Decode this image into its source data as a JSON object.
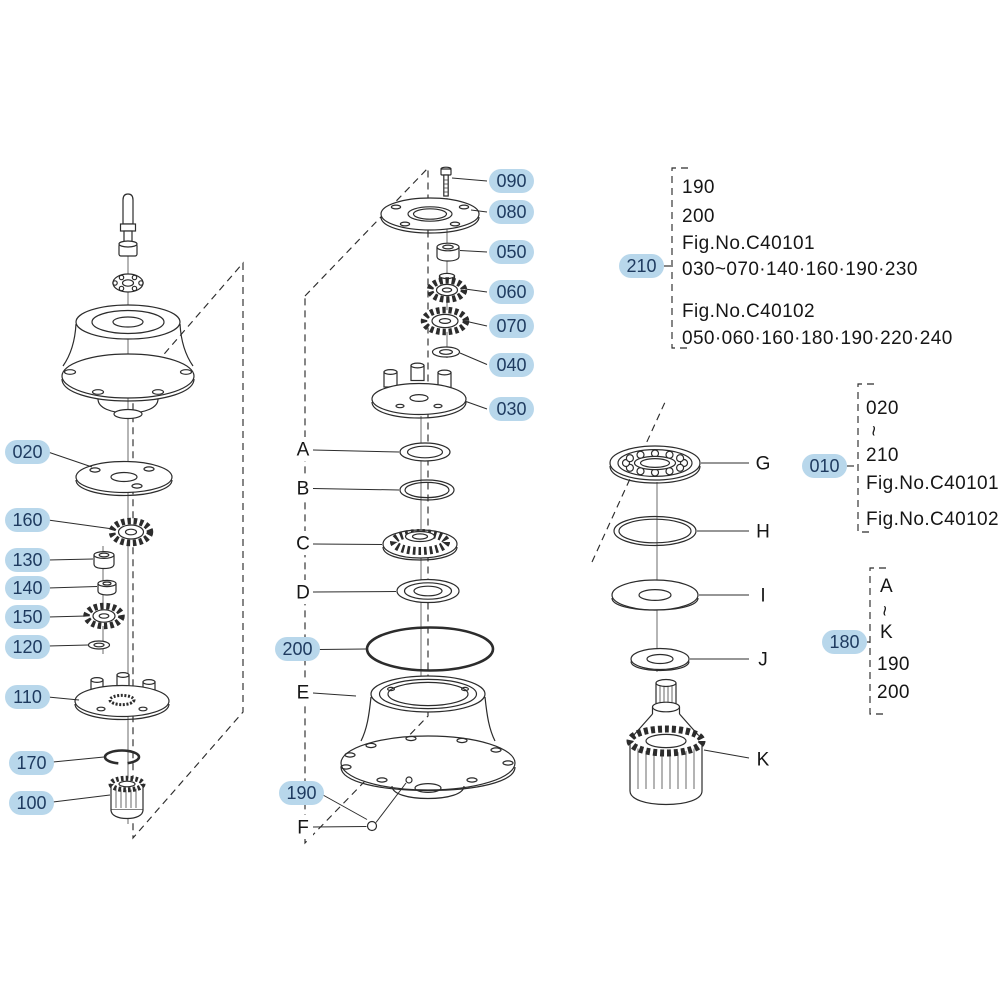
{
  "page": {
    "background": "#ffffff"
  },
  "colors": {
    "callout_bg": "#b8d7eb",
    "callout_text": "#1e3a5f",
    "line": "#2c2c2c"
  },
  "callouts": {
    "c090": "090",
    "c080": "080",
    "c050": "050",
    "c060": "060",
    "c070": "070",
    "c040": "040",
    "c030": "030",
    "c020": "020",
    "c160": "160",
    "c130": "130",
    "c140": "140",
    "c150": "150",
    "c120": "120",
    "c110": "110",
    "c170": "170",
    "c100": "100",
    "c200": "200",
    "c190": "190",
    "c210": "210",
    "c010": "010",
    "c180": "180"
  },
  "letters": {
    "a": "A",
    "b": "B",
    "c": "C",
    "d": "D",
    "e": "E",
    "f": "F",
    "g": "G",
    "h": "H",
    "i": "I",
    "j": "J",
    "k": "K"
  },
  "ref_blocks": {
    "b210": {
      "callout": "210",
      "lines": [
        "190",
        "200",
        "Fig.No.C40101",
        "030~070·140·160·190·230",
        "Fig.No.C40102",
        "050·060·160·180·190·220·240"
      ]
    },
    "b010": {
      "callout": "010",
      "lines": [
        "020",
        "~",
        "210",
        "Fig.No.C40101",
        "Fig.No.C40102"
      ]
    },
    "b180": {
      "callout": "180",
      "lines": [
        "A",
        "~",
        "K",
        "190",
        "200"
      ]
    }
  }
}
